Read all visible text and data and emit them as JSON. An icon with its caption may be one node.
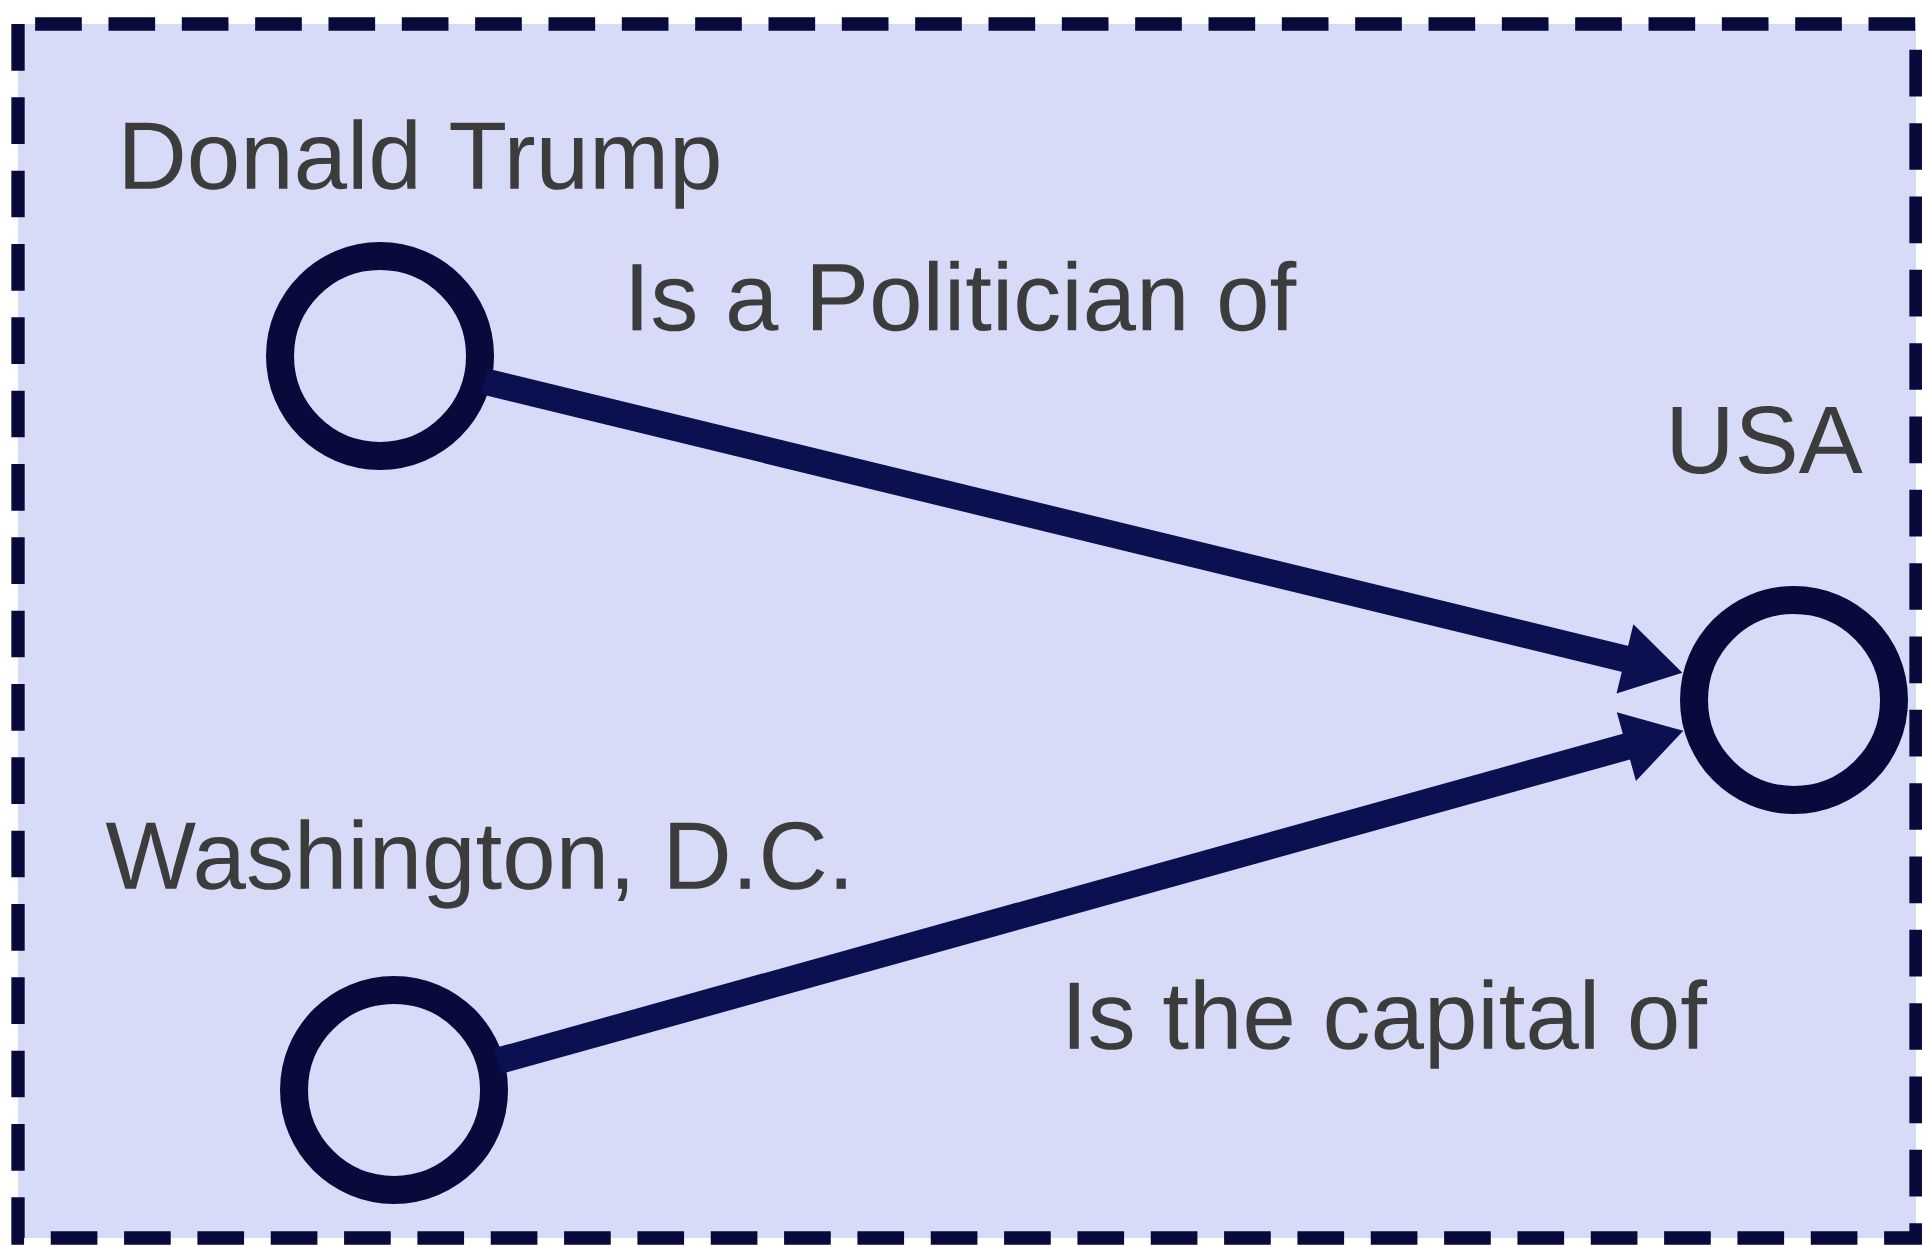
{
  "diagram": {
    "nodes": [
      {
        "text": [
          "Donald Trump"
        ]
      },
      {
        "text": [
          "USA"
        ]
      },
      {
        "text": [
          "Washington, D.C."
        ]
      }
    ],
    "edges": [
      {
        "from": 0,
        "to": 1,
        "arrow": "to",
        "label": "Is a Politician of"
      },
      {
        "from": 2,
        "to": 1,
        "arrow": "to",
        "label": "Is the capital of"
      }
    ]
  }
}
